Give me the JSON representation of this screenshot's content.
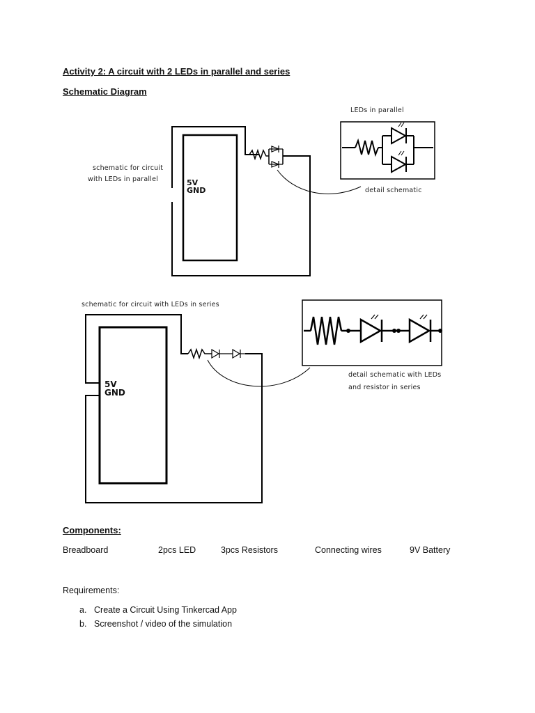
{
  "activity_title": "Activity 2: A circuit with 2 LEDs in parallel and series",
  "schematic_heading": "Schematic Diagram",
  "parallel": {
    "detail_title": "LEDs in parallel",
    "side_label_line1": "schematic for circuit",
    "side_label_line2": "with LEDs in parallel",
    "detail_caption": "detail schematic",
    "board_5v": "5V",
    "board_gnd": "GND"
  },
  "series": {
    "title": "schematic for circuit with LEDs in series",
    "detail_caption_line1": "detail schematic with LEDs",
    "detail_caption_line2": "and resistor in series",
    "board_5v": "5V",
    "board_gnd": "GND"
  },
  "components": {
    "heading": "Components:",
    "items": [
      "Breadboard",
      "2pcs LED",
      "3pcs Resistors",
      "Connecting wires",
      "9V Battery"
    ]
  },
  "requirements": {
    "heading": "Requirements:",
    "items": [
      {
        "marker": "a.",
        "text": "Create a Circuit Using Tinkercad App"
      },
      {
        "marker": "b.",
        "text": "Screenshot / video of the simulation"
      }
    ]
  }
}
